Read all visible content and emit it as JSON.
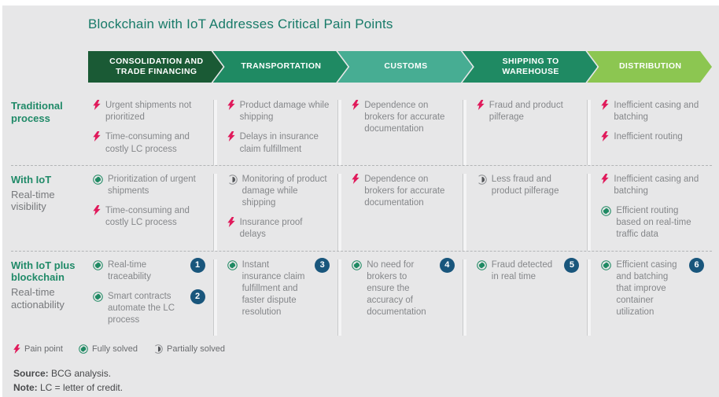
{
  "title": "Blockchain with IoT Addresses Critical Pain Points",
  "colors": {
    "background": "#e7e7e8",
    "title_green": "#177a68",
    "row_label_green": "#208a68",
    "stage_colors": [
      "#1a5a35",
      "#1f8a63",
      "#47ad93",
      "#1f8a63",
      "#8cc651"
    ],
    "pain_point_red": "#e01a5b",
    "fully_solved_green": "#1f8a63",
    "partially_solved_gray": "#55575a",
    "badge_blue": "#19567c",
    "body_text_gray": "#85878a"
  },
  "icons": {
    "pain_point": "lightning-bolt",
    "fully_solved": "green-circle-arrows",
    "partially_solved": "half-filled-circle"
  },
  "stages": [
    {
      "label": "CONSOLIDATION AND TRADE FINANCING"
    },
    {
      "label": "TRANSPORTATION"
    },
    {
      "label": "CUSTOMS"
    },
    {
      "label": "SHIPPING TO WAREHOUSE"
    },
    {
      "label": "DISTRIBUTION"
    }
  ],
  "rows": [
    {
      "label": "Traditional process",
      "sublabel": "",
      "cells": [
        {
          "items": [
            {
              "icon": "pain_point",
              "text": "Urgent shipments not prioritized"
            },
            {
              "icon": "pain_point",
              "text": "Time-consuming and costly LC process"
            }
          ]
        },
        {
          "items": [
            {
              "icon": "pain_point",
              "text": "Product damage while shipping"
            },
            {
              "icon": "pain_point",
              "text": "Delays in insurance claim fulfillment"
            }
          ]
        },
        {
          "items": [
            {
              "icon": "pain_point",
              "text": "Dependence on brokers for accurate documentation"
            }
          ]
        },
        {
          "items": [
            {
              "icon": "pain_point",
              "text": "Fraud and product pilferage"
            }
          ]
        },
        {
          "items": [
            {
              "icon": "pain_point",
              "text": "Inefficient casing and batching"
            },
            {
              "icon": "pain_point",
              "text": "Inefficient routing"
            }
          ]
        }
      ]
    },
    {
      "label": "With IoT",
      "sublabel": "Real-time visibility",
      "cells": [
        {
          "items": [
            {
              "icon": "fully_solved",
              "text": "Prioritization of urgent shipments"
            },
            {
              "icon": "pain_point",
              "text": "Time-consuming and costly LC process"
            }
          ]
        },
        {
          "items": [
            {
              "icon": "partially_solved",
              "text": "Monitoring of product damage while shipping"
            },
            {
              "icon": "pain_point",
              "text": "Insurance proof delays"
            }
          ]
        },
        {
          "items": [
            {
              "icon": "pain_point",
              "text": "Dependence on brokers for accurate documentation"
            }
          ]
        },
        {
          "items": [
            {
              "icon": "partially_solved",
              "text": "Less fraud and product pilferage"
            }
          ]
        },
        {
          "items": [
            {
              "icon": "pain_point",
              "text": "Inefficient casing and batching"
            },
            {
              "icon": "fully_solved",
              "text": "Efficient routing based on real-time traffic data"
            }
          ]
        }
      ]
    },
    {
      "label": "With IoT plus blockchain",
      "sublabel": "Real-time actionability",
      "cells": [
        {
          "items": [
            {
              "icon": "fully_solved",
              "text": "Real-time traceability",
              "badge": "1"
            },
            {
              "icon": "fully_solved",
              "text": "Smart contracts automate the LC process",
              "badge": "2"
            }
          ]
        },
        {
          "items": [
            {
              "icon": "fully_solved",
              "text": "Instant insurance claim fulfillment and faster dispute resolution",
              "badge": "3"
            }
          ]
        },
        {
          "items": [
            {
              "icon": "fully_solved",
              "text": "No need for brokers to ensure the accuracy of documentation",
              "badge": "4"
            }
          ]
        },
        {
          "items": [
            {
              "icon": "fully_solved",
              "text": "Fraud detected in real time",
              "badge": "5"
            }
          ]
        },
        {
          "items": [
            {
              "icon": "fully_solved",
              "text": "Efficient casing and batching that improve container utilization",
              "badge": "6"
            }
          ]
        }
      ]
    }
  ],
  "legend": [
    {
      "icon": "pain_point",
      "label": "Pain point"
    },
    {
      "icon": "fully_solved",
      "label": "Fully solved"
    },
    {
      "icon": "partially_solved",
      "label": "Partially solved"
    }
  ],
  "footer": {
    "source_label": "Source:",
    "source_text": " BCG analysis.",
    "note_label": "Note:",
    "note_text": " LC = letter of credit."
  }
}
